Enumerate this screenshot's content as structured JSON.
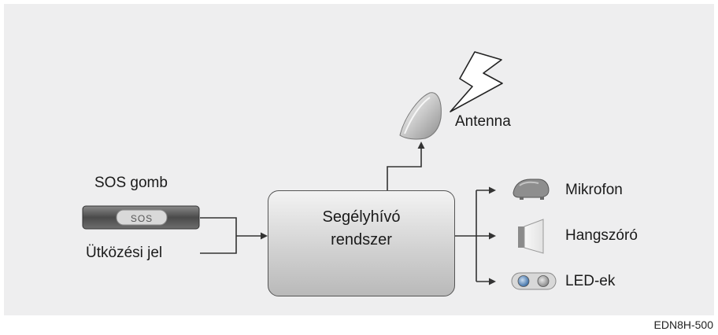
{
  "diagram": {
    "center_block": {
      "line1": "Segélyhívó",
      "line2": "rendszer"
    },
    "inputs": {
      "sos_button_label": "SOS gomb",
      "sos_button_text": "SOS",
      "collision_signal_label": "Ütközési jel"
    },
    "antenna_label": "Antenna",
    "outputs": {
      "microphone_label": "Mikrofon",
      "speaker_label": "Hangszóró",
      "leds_label": "LED-ek"
    },
    "image_code": "EDN8H-500"
  },
  "colors": {
    "background": "#eeeeef",
    "block_fill": "#c8c8c8",
    "line": "#333333"
  }
}
